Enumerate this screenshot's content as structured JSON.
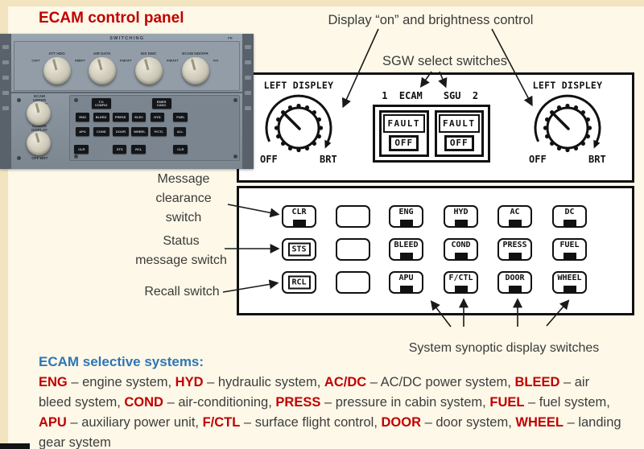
{
  "colors": {
    "title_red": "#c00000",
    "legend_blue": "#2e75b6",
    "abbr_red": "#c00000",
    "frame_tan": "#f1e4be",
    "page_cream": "#fdf8e8",
    "diagram_ink": "#111111",
    "photo_panel_gray": "#8c97a1"
  },
  "header": {
    "title": "ECAM control panel"
  },
  "annotations": {
    "display_brightness": "Display “on” and brightness control",
    "sgw_select": "SGW select switches",
    "message_clearance": "Message\nclearance\nswitch",
    "status_message": "Status\nmessage switch",
    "recall": "Recall switch",
    "synoptic": "System synoptic display switches"
  },
  "diagram": {
    "left_knob": {
      "label": "LEFT DISPLEY",
      "min": "OFF",
      "max": "BRT"
    },
    "right_knob": {
      "label": "LEFT DISPLEY",
      "min": "OFF",
      "max": "BRT"
    },
    "sgu": {
      "header_left": "1  ECAM",
      "header_right": "SGU  2",
      "switches": [
        {
          "fault": "FAULT",
          "off": "OFF"
        },
        {
          "fault": "FAULT",
          "off": "OFF"
        }
      ]
    },
    "button_rows": [
      [
        {
          "label": "CLR",
          "style": "tab"
        },
        {
          "label": "",
          "style": "blank"
        },
        {
          "label": "ENG",
          "style": "tab"
        },
        {
          "label": "HYD",
          "style": "tab"
        },
        {
          "label": "AC",
          "style": "tab"
        },
        {
          "label": "DC",
          "style": "tab"
        }
      ],
      [
        {
          "label": "STS",
          "style": "boxed"
        },
        {
          "label": "",
          "style": "blank"
        },
        {
          "label": "BLEED",
          "style": "tab"
        },
        {
          "label": "COND",
          "style": "tab"
        },
        {
          "label": "PRESS",
          "style": "tab"
        },
        {
          "label": "FUEL",
          "style": "tab"
        }
      ],
      [
        {
          "label": "RCL",
          "style": "boxed"
        },
        {
          "label": "",
          "style": "blank"
        },
        {
          "label": "APU",
          "style": "tab"
        },
        {
          "label": "F/CTL",
          "style": "tab"
        },
        {
          "label": "DOOR",
          "style": "tab"
        },
        {
          "label": "WHEEL",
          "style": "tab"
        }
      ]
    ]
  },
  "photo": {
    "switching_title": "SWITCHING",
    "corner_label": "PN",
    "top_knobs": [
      {
        "label": "ATT HDG",
        "left": "CAPT",
        "right": "F/O"
      },
      {
        "label": "AIR DATA",
        "left": "CAPT",
        "right": "F/O"
      },
      {
        "label": "EIS DMC",
        "left": "CAPT",
        "right": "F/O"
      },
      {
        "label": "ECAM ND/XFR",
        "left": "CAPT",
        "right": "F/O"
      }
    ],
    "ecam_knob_labels": {
      "top": "ECAM\nUPPER DISPLAY",
      "middle": "LOWER DISPLAY",
      "bottom": "OFF   BRT"
    },
    "button_rows": {
      "row_a": [
        "T.O\nCONFIG",
        "EMER\nCANC"
      ],
      "row_b": [
        "ENG",
        "BLEED",
        "PRESS",
        "ELEC",
        "HYD",
        "FUEL"
      ],
      "row_c": [
        "APU",
        "COND",
        "DOOR",
        "WHEEL",
        "F/CTL",
        "ALL"
      ],
      "row_d": [
        "CLR",
        "STS",
        "RCL",
        "CLR"
      ]
    }
  },
  "legend": {
    "heading": "ECAM selective systems:",
    "segments": [
      {
        "text": "ENG",
        "red": true
      },
      {
        "text": " – engine system, ",
        "red": false
      },
      {
        "text": "HYD",
        "red": true
      },
      {
        "text": " – hydraulic system, ",
        "red": false
      },
      {
        "text": "AC/DC",
        "red": true
      },
      {
        "text": " – AC/DC power system, ",
        "red": false
      },
      {
        "text": "BLEED",
        "red": true
      },
      {
        "text": " – air bleed system, ",
        "red": false
      },
      {
        "text": "COND",
        "red": true
      },
      {
        "text": " – air-conditioning, ",
        "red": false
      },
      {
        "text": "PRESS",
        "red": true
      },
      {
        "text": " – pressure in cabin system, ",
        "red": false
      },
      {
        "text": "FUEL",
        "red": true
      },
      {
        "text": " – fuel system, ",
        "red": false
      },
      {
        "text": "APU",
        "red": true
      },
      {
        "text": " – auxiliary power unit, ",
        "red": false
      },
      {
        "text": "F/CTL",
        "red": true
      },
      {
        "text": " – surface flight control, ",
        "red": false
      },
      {
        "text": "DOOR",
        "red": true
      },
      {
        "text": " – door system, ",
        "red": false
      },
      {
        "text": "WHEEL",
        "red": true
      },
      {
        "text": " – landing gear system",
        "red": false
      }
    ]
  }
}
